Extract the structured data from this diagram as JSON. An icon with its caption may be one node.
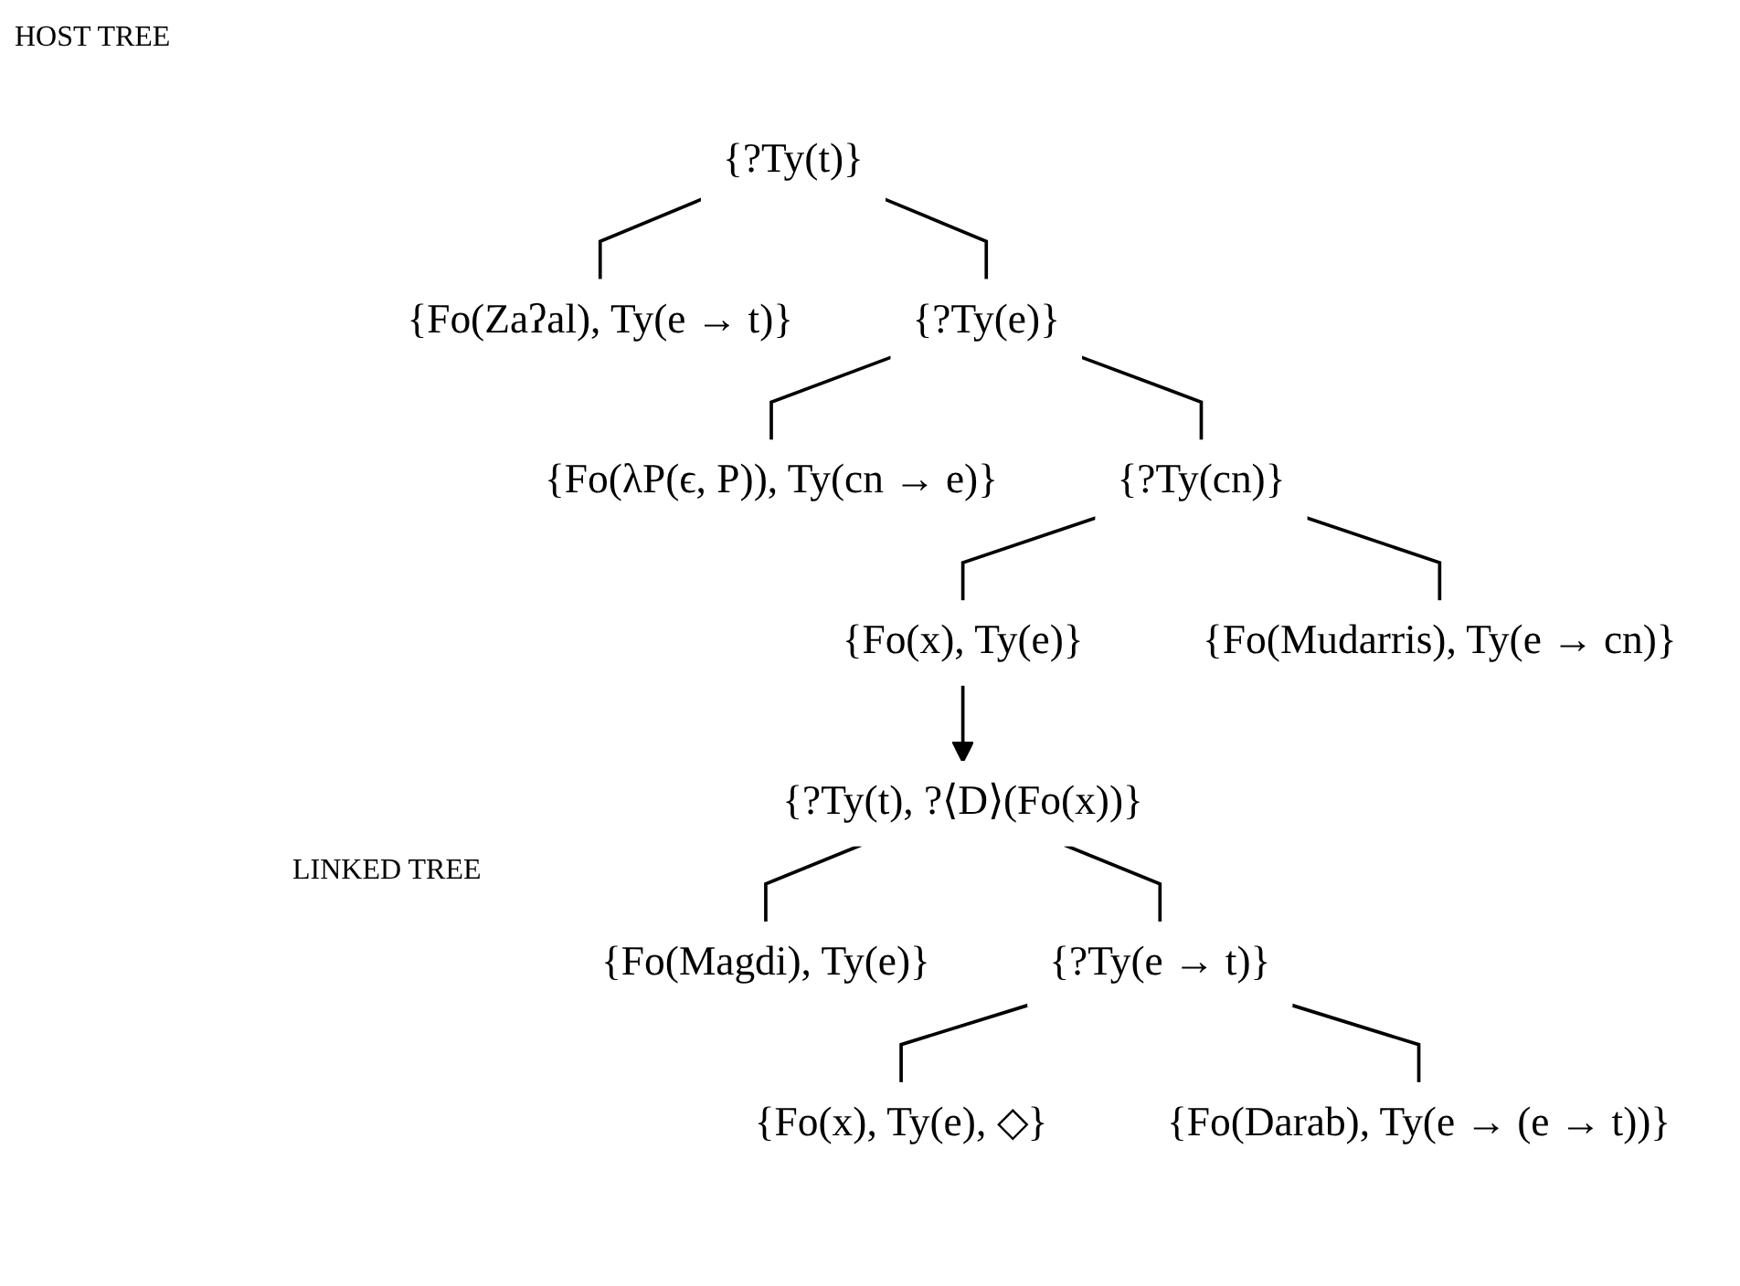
{
  "diagram": {
    "nodes": [
      {
        "text": [
          "{?Ty(t)}"
        ]
      },
      {
        "text": [
          "{Fo(Zaʔal), Ty(e → t)}"
        ]
      },
      {
        "text": [
          "{?Ty(e)}"
        ]
      },
      {
        "text": [
          "{Fo(λP(ϵ, P)), Ty(cn → e)}"
        ]
      },
      {
        "text": [
          "{?Ty(cn)}"
        ]
      },
      {
        "text": [
          "{Fo(x), Ty(e)}"
        ]
      },
      {
        "text": [
          "{Fo(Mudarris), Ty(e → cn)}"
        ]
      },
      {
        "text": [
          "{?Ty(t), ?⟨D⟩(Fo(x))}"
        ]
      },
      {
        "text": [
          "{Fo(Magdi), Ty(e)}"
        ]
      },
      {
        "text": [
          "{?Ty(e → t)}"
        ]
      },
      {
        "text": [
          "{Fo(x), Ty(e), ◇}"
        ]
      },
      {
        "text": [
          "{Fo(Darab), Ty(e → (e → t))}"
        ]
      }
    ],
    "edges": [
      {
        "from": 0,
        "to": 1,
        "arrow": "none"
      },
      {
        "from": 0,
        "to": 2,
        "arrow": "none"
      },
      {
        "from": 2,
        "to": 3,
        "arrow": "none"
      },
      {
        "from": 2,
        "to": 4,
        "arrow": "none"
      },
      {
        "from": 4,
        "to": 5,
        "arrow": "none"
      },
      {
        "from": 4,
        "to": 6,
        "arrow": "none"
      },
      {
        "from": 5,
        "to": 7,
        "arrow": "to"
      },
      {
        "from": 7,
        "to": 8,
        "arrow": "none"
      },
      {
        "from": 7,
        "to": 9,
        "arrow": "none"
      },
      {
        "from": 9,
        "to": 10,
        "arrow": "none"
      },
      {
        "from": 9,
        "to": 11,
        "arrow": "none"
      }
    ],
    "labels": [
      "HOST TREE",
      "LINKED TREE"
    ]
  }
}
